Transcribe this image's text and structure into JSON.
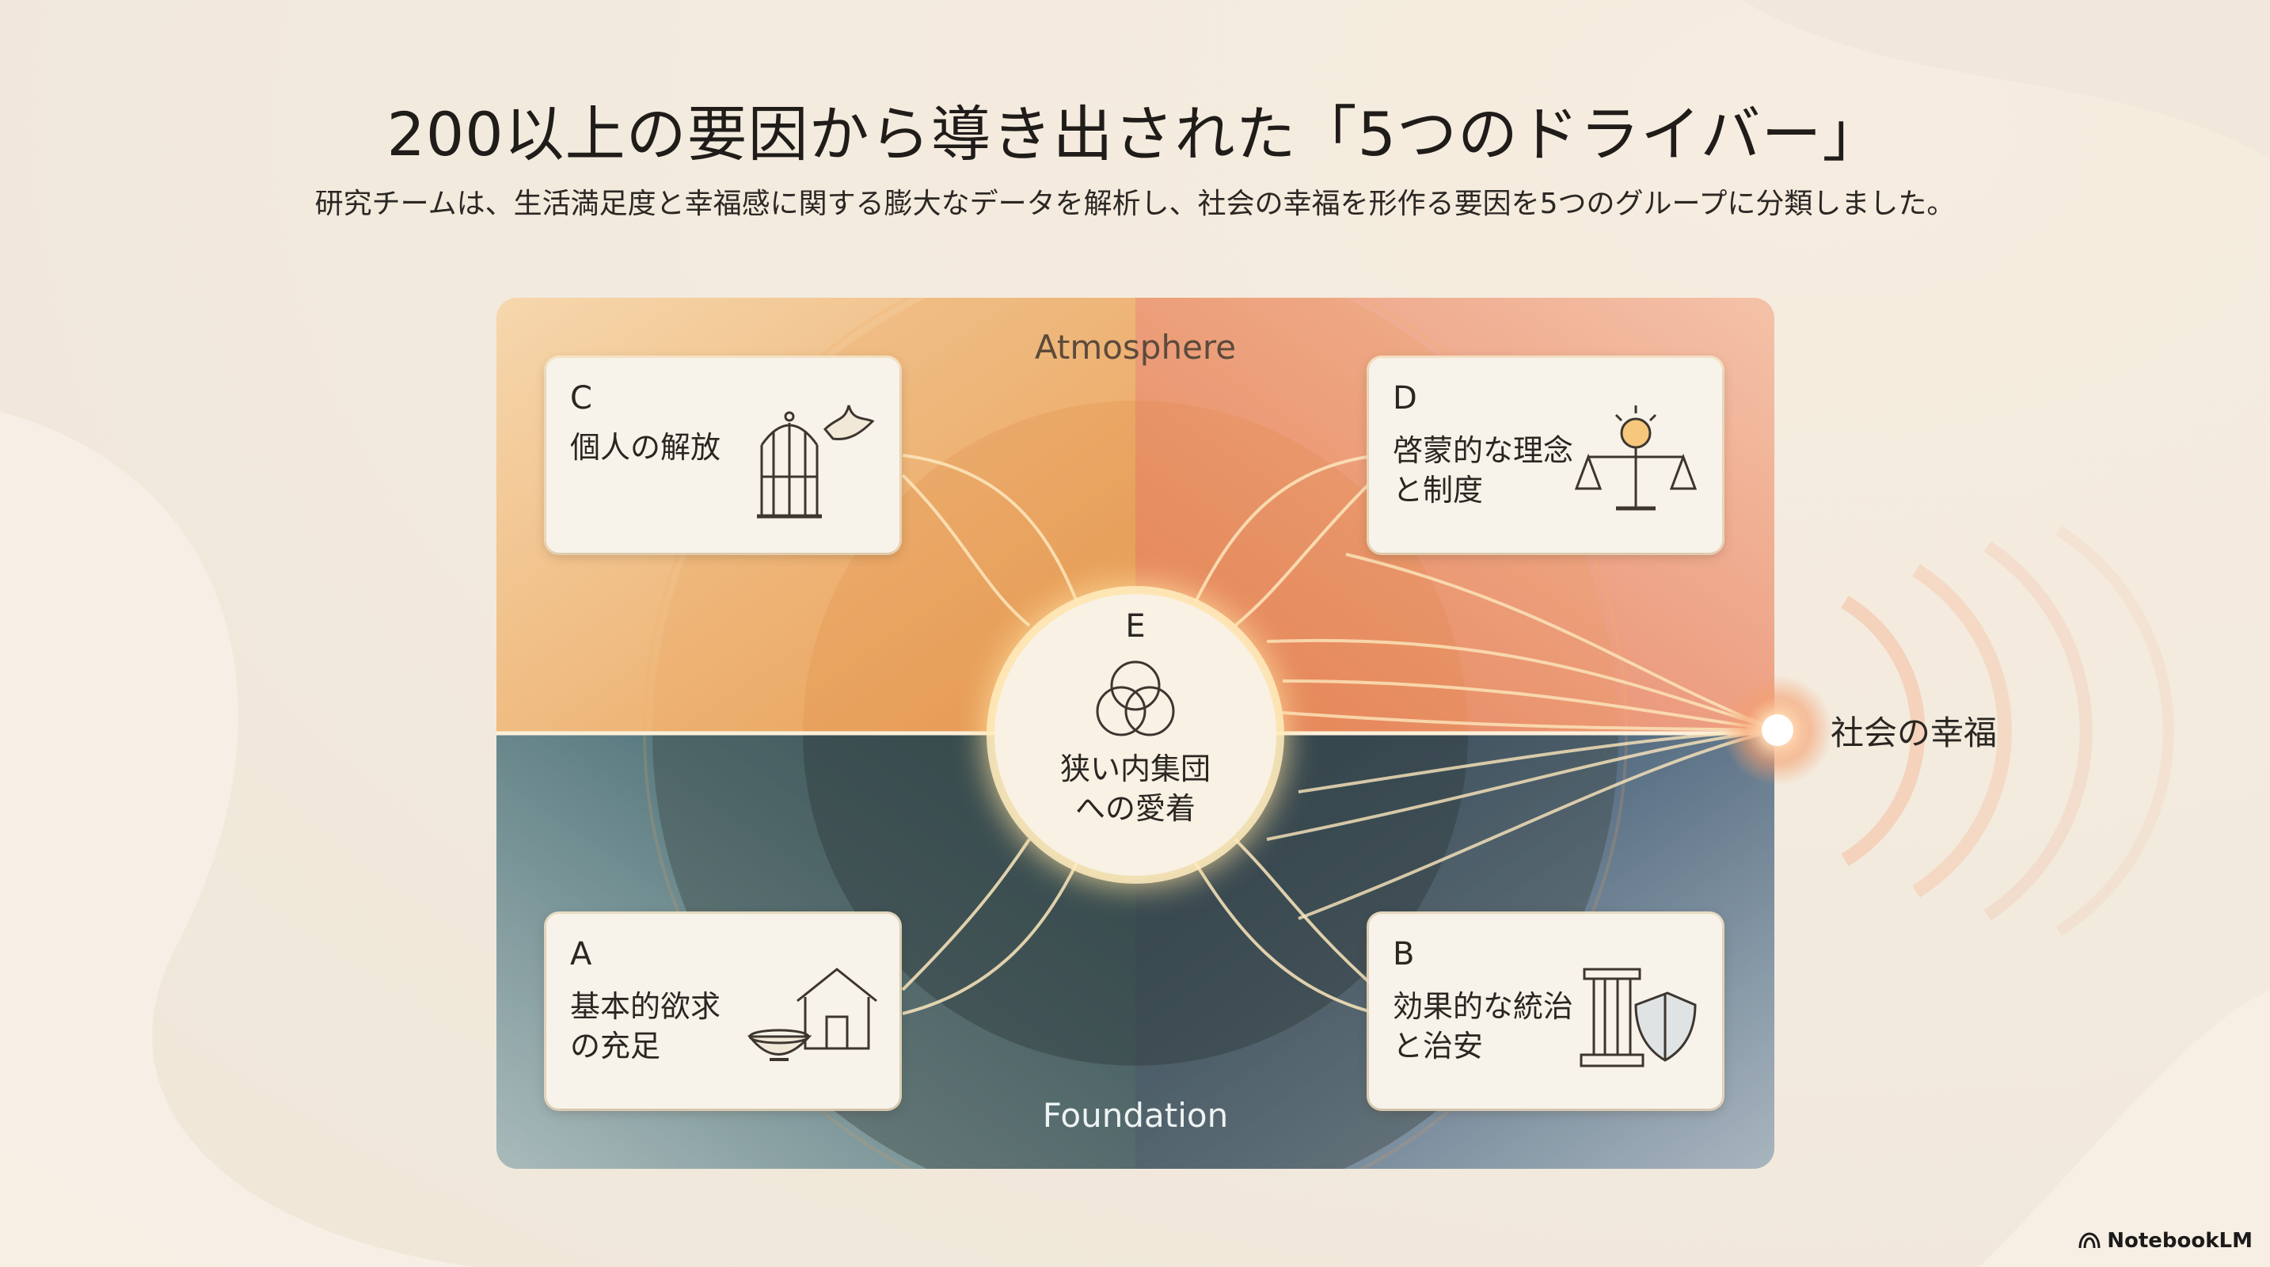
{
  "title": "200以上の要因から導き出された「5つのドライバー」",
  "subtitle": "研究チームは、生活満足度と幸福感に関する膨大なデータを解析し、社会の幸福を形作る要因を5つのグループに分類しました。",
  "diagram": {
    "top_label": "Atmosphere",
    "bottom_label": "Foundation",
    "center": {
      "letter": "E",
      "label_line1": "狭い内集団",
      "label_line2": "への愛着",
      "icon": "overlapping-circles-icon"
    },
    "cards": {
      "c": {
        "letter": "C",
        "label": "個人の解放",
        "icon": "birdcage-dove-icon"
      },
      "d": {
        "letter": "D",
        "label_line1": "啓蒙的な理念",
        "label_line2": "と制度",
        "icon": "scales-lightbulb-icon"
      },
      "a": {
        "letter": "A",
        "label_line1": "基本的欲求",
        "label_line2": "の充足",
        "icon": "bowl-house-icon"
      },
      "b": {
        "letter": "B",
        "label_line1": "効果的な統治",
        "label_line2": "と治安",
        "icon": "pillar-shield-icon"
      }
    },
    "target": "社会の幸福"
  },
  "brand": "NotebookLM",
  "colors": {
    "top_left": "#eba45a",
    "top_right": "#e98a6a",
    "bottom_left": "#2c5c62",
    "bottom_right": "#22405e",
    "glow": "#ffe3a8"
  }
}
